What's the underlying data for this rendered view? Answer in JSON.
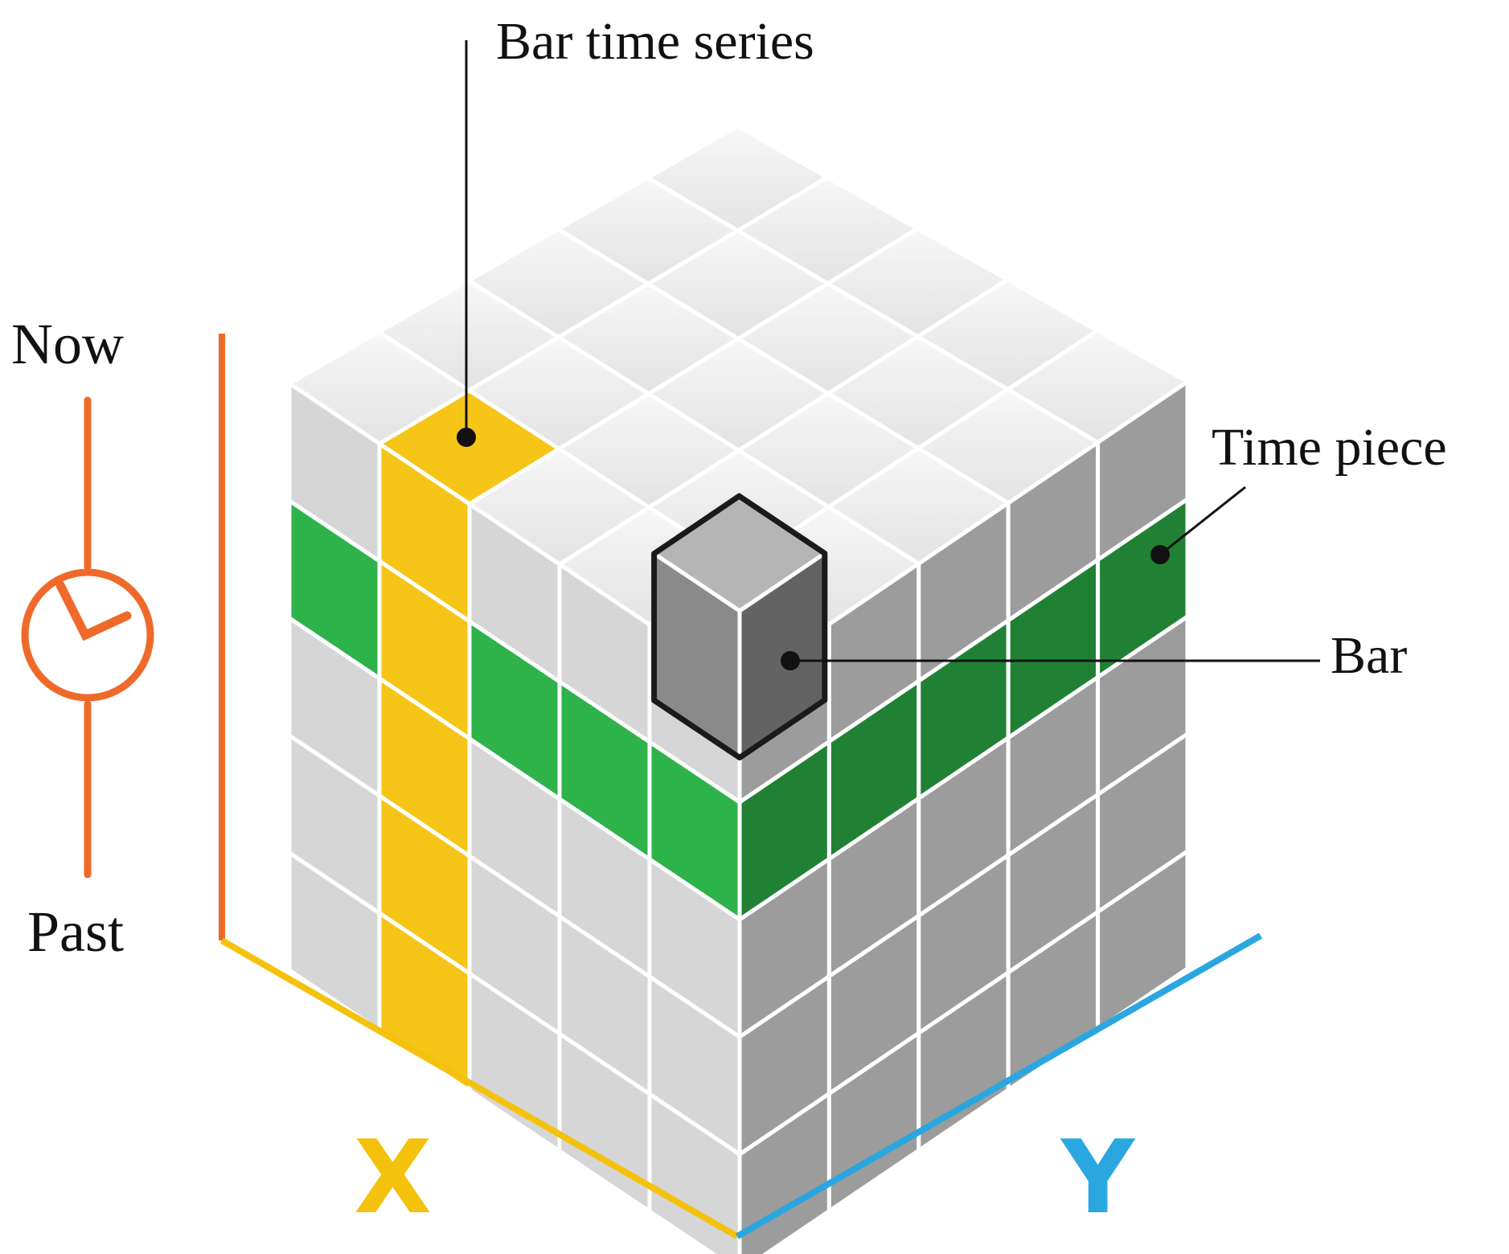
{
  "labels": {
    "bar_time_series": "Bar time series",
    "time_piece": "Time piece",
    "bar": "Bar",
    "now": "Now",
    "past": "Past",
    "x_axis": "X",
    "y_axis": "Y"
  },
  "cube": {
    "columns": 5,
    "rows": 5,
    "layers": 5
  },
  "colors": {
    "time_axis": "#ef6a2a",
    "x_axis": "#f4c20d",
    "y_axis": "#2aa7e0",
    "bar_time_series": "#f5c518",
    "time_piece": "#2db34a",
    "bar": "#8a8a8a"
  }
}
